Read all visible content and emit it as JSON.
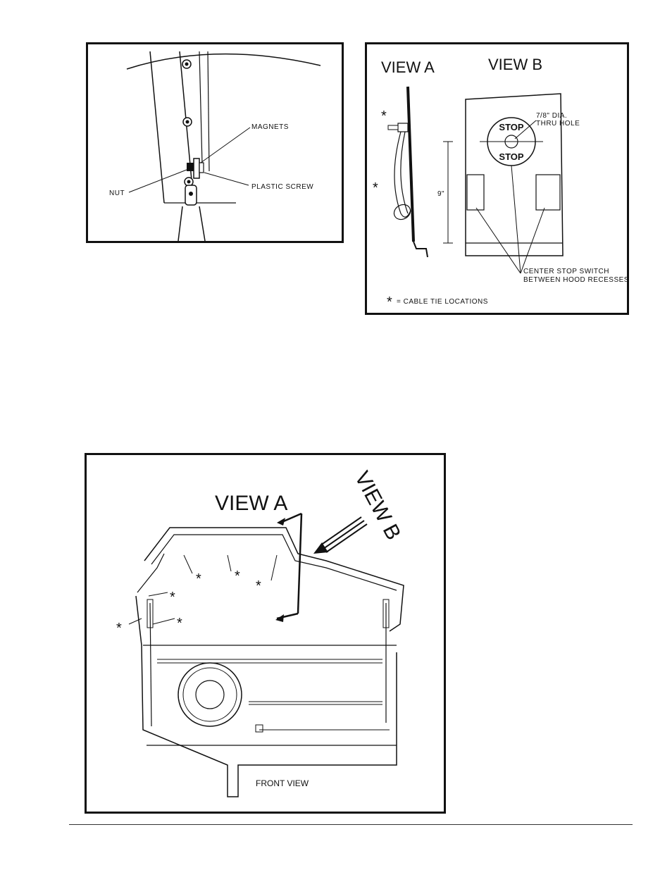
{
  "figure1": {
    "magnets": "MAGNETS",
    "nut": "NUT",
    "plastic_screw": "PLASTIC SCREW"
  },
  "figure2": {
    "view_a": "VIEW A",
    "view_b": "VIEW B",
    "hole_line1": "7/8\" DIA.",
    "hole_line2": "THRU HOLE",
    "stop_top": "STOP",
    "stop_bottom": "STOP",
    "dimension": "9\"",
    "center_line1": "CENTER STOP SWITCH",
    "center_line2": "BETWEEN HOOD RECESSES",
    "legend": "= CABLE TIE LOCATIONS",
    "asterisk": "*"
  },
  "figure3": {
    "view_a": "VIEW A",
    "view_b": "VIEW B",
    "front_view": "FRONT VIEW",
    "asterisk": "*"
  }
}
